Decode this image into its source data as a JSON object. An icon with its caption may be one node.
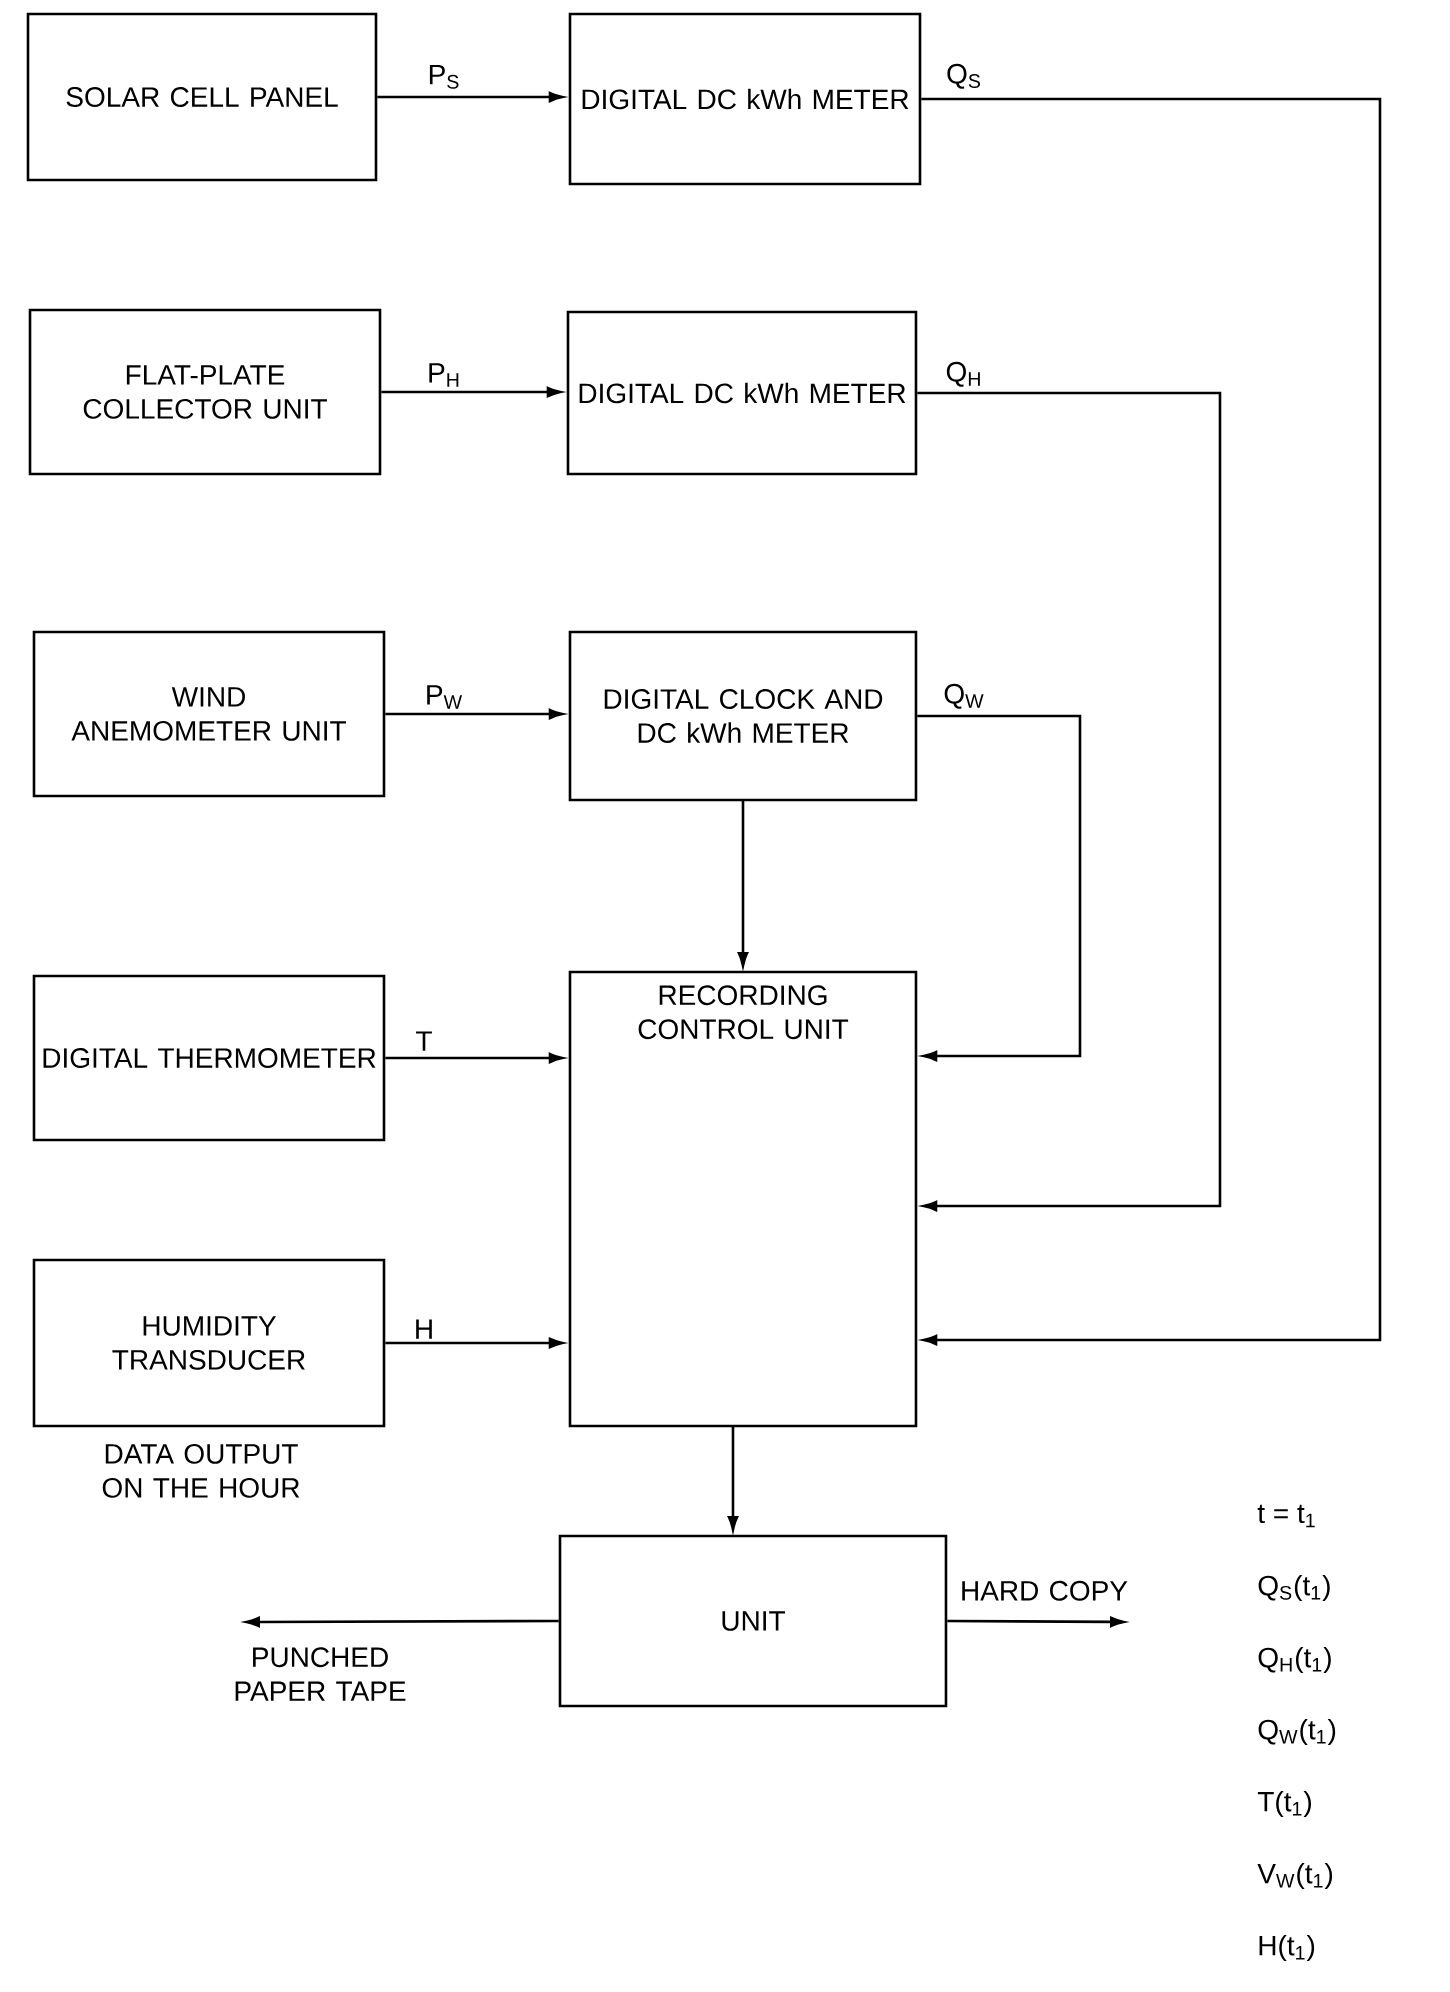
{
  "diagram": {
    "nodes": [
      {
        "text": [
          "SOLAR CELL PANEL"
        ]
      },
      {
        "text": [
          "DIGITAL DC kWh METER"
        ]
      },
      {
        "text": [
          "FLAT-PLATE COLLECTOR UNIT"
        ]
      },
      {
        "text": [
          "DIGITAL DC kWh METER"
        ]
      },
      {
        "text": [
          "WIND ANEMOMETER UNIT"
        ]
      },
      {
        "text": [
          "DIGITAL CLOCK AND DC kWh METER"
        ]
      },
      {
        "text": [
          "DIGITAL THERMOMETER"
        ]
      },
      {
        "text": [
          "RECORDING CONTROL UNIT"
        ]
      },
      {
        "text": [
          "HUMIDITY TRANSDUCER"
        ],
        "beside": [
          "DATA OUTPUT ON THE HOUR"
        ]
      },
      {
        "text": [
          "UNIT"
        ]
      }
    ],
    "edges": [
      {
        "from": 0,
        "to": 1,
        "arrow": "to",
        "label": "P$_{S}$"
      },
      {
        "from": 1,
        "to": 7,
        "arrow": "to",
        "label": "Q$_{S}$"
      },
      {
        "from": 2,
        "to": 3,
        "arrow": "to",
        "label": "P$_{H}$"
      },
      {
        "from": 3,
        "to": 7,
        "arrow": "to",
        "label": "Q$_{H}$"
      },
      {
        "from": 4,
        "to": 5,
        "arrow": "to",
        "label": "P$_{W}$"
      },
      {
        "from": 5,
        "to": 7,
        "arrow": "to",
        "label": "Q$_{W}$"
      },
      {
        "from": 5,
        "to": 7,
        "arrow": "to"
      },
      {
        "from": 6,
        "to": 7,
        "arrow": "to",
        "label": "T"
      },
      {
        "from": 8,
        "to": 7,
        "arrow": "to",
        "label": "H"
      },
      {
        "from": 7,
        "to": 9,
        "arrow": "to"
      },
      {
        "from": 9,
        "to": null,
        "arrow": "to",
        "label": "PUNCHED PAPER TAPE"
      },
      {
        "from": 9,
        "to": null,
        "arrow": "to",
        "label": "HARD COPY"
      }
    ],
    "labels": [
      "t = t$_{1}$",
      "Q$_{S}$(t$_{1}$)",
      "Q$_{H}$(t$_{1}$)",
      "Q$_{W}$(t$_{1}$)",
      "T(t$_{1}$)",
      "V$_{W}$(t$_{1}$)",
      "H(t$_{1}$)"
    ]
  }
}
